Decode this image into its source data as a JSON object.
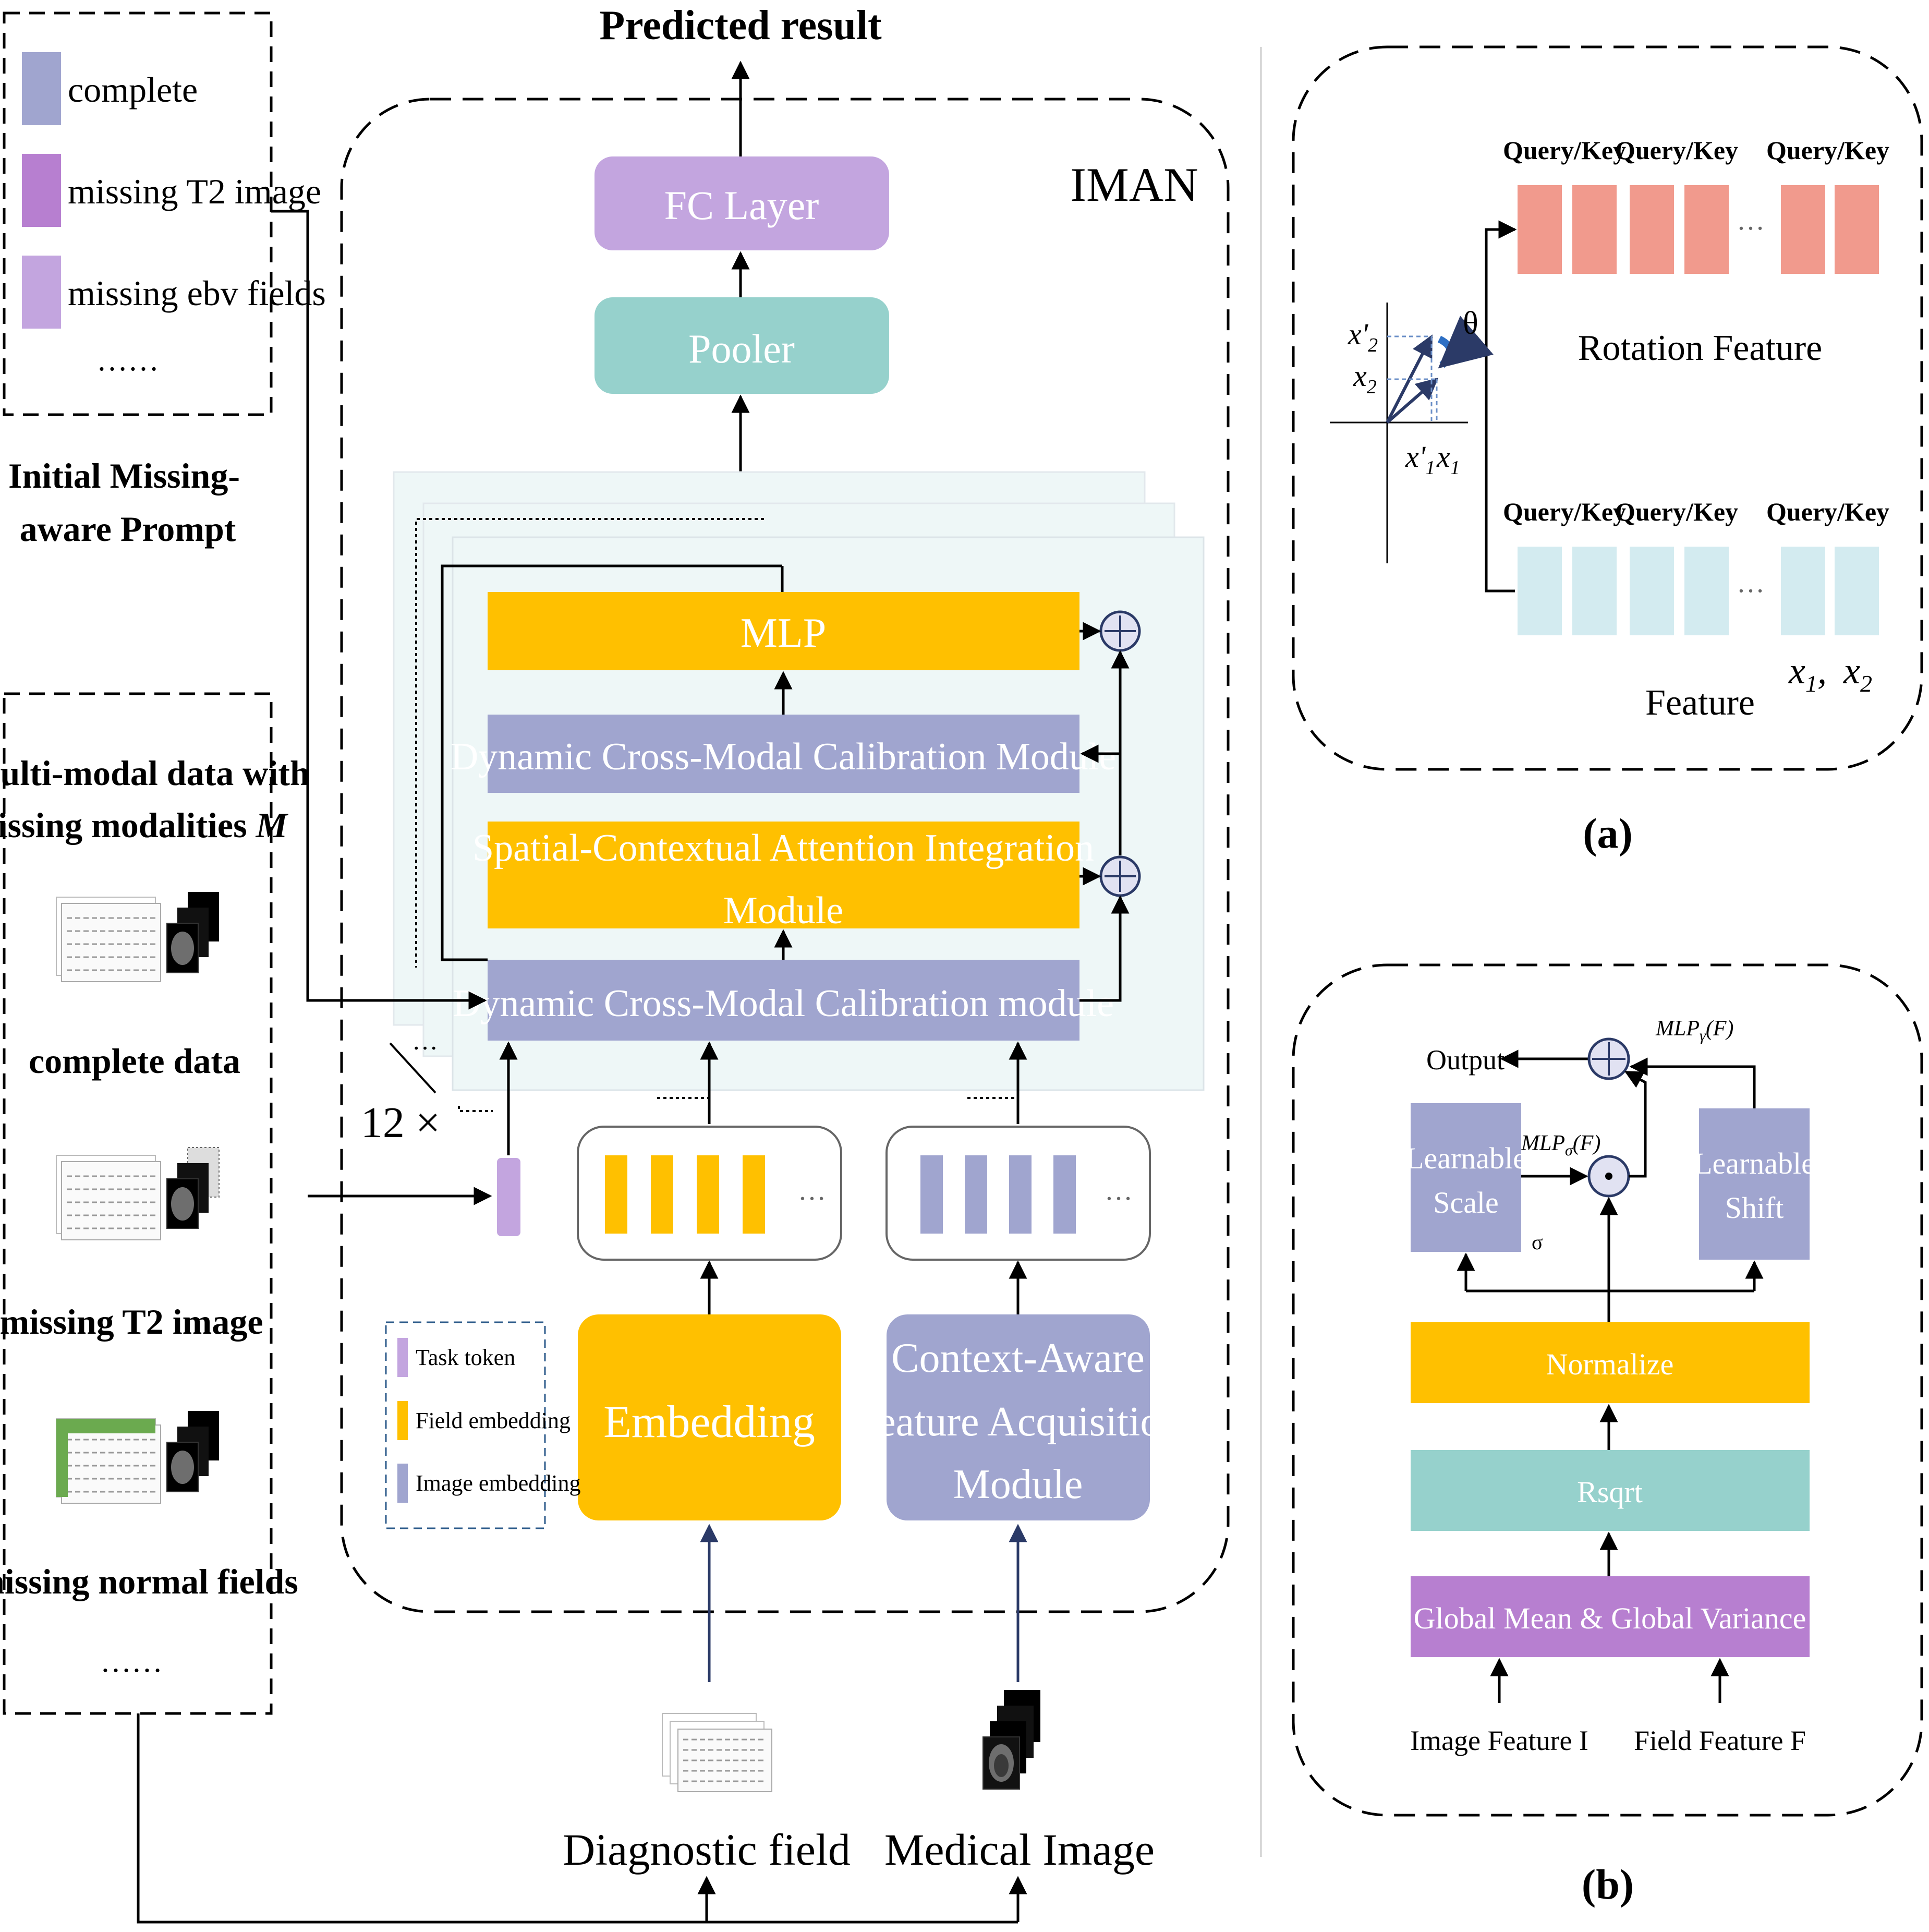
{
  "colors": {
    "orange": "#FFC000",
    "slate": "#A0A5CF",
    "teal": "#96D1CC",
    "lilac": "#C3A5DF",
    "purple": "#B77FD0",
    "salmon": "#F19A8D",
    "skyblue": "#D3EBF0",
    "panel": "#EEF7F7",
    "white_text": "#FFFFFF"
  },
  "top": {
    "predicted_result": "Predicted result",
    "iman_label": "IMAN",
    "fc_layer": "FC Layer",
    "pooler": "Pooler"
  },
  "stack": {
    "mlp": "MLP",
    "dcmc_top": "Dynamic Cross-Modal Calibration Module",
    "scai_line1": "Spatial-Contextual Attention Integration",
    "scai_line2": "Module",
    "dcmc_bottom": "Dynamic Cross-Modal Calibration module",
    "repeat": "12 ×",
    "ellipsis": "…"
  },
  "legend_prompt": {
    "items": [
      "complete",
      "missing T2 image",
      "missing ebv fields"
    ],
    "more": "……",
    "caption_line1": "Initial Missing-",
    "caption_line2": "aware Prompt"
  },
  "multimodal": {
    "title_line1": "Multi-modal data with",
    "title_line2": "missing modalities",
    "title_symbol": "M",
    "labels": [
      "complete data",
      "missing T2 image",
      "missing normal fields"
    ],
    "more": "……"
  },
  "token_legend": {
    "items": [
      "Task token",
      "Field embedding",
      "Image embedding"
    ]
  },
  "modules": {
    "embedding": "Embedding",
    "cafa_line1": "Context-Aware",
    "cafa_line2": "Feature Acquisition",
    "cafa_line3": "Module"
  },
  "inputs": {
    "field": "Diagnostic field",
    "image": "Medical Image"
  },
  "panel_a": {
    "qk": [
      "Query/Key",
      "Query/Key",
      "Query/Key"
    ],
    "rotation_feature": "Rotation Feature",
    "feature": "Feature",
    "theta": "θ",
    "x1": "x",
    "x1_sub": "1",
    "x2": "x",
    "x2_sub": "2",
    "x1p": "x'",
    "x2p": "x'",
    "comma": ",",
    "caption": "(a)"
  },
  "panel_b": {
    "output": "Output",
    "mlp_gamma": "MLP",
    "mlp_gamma_sub": "γ",
    "mlp_sigma": "MLP",
    "mlp_sigma_sub": "σ",
    "arg": "(F)",
    "scale_line1": "Learnable",
    "scale_line2": "Scale",
    "shift_line1": "Learnable",
    "shift_line2": "Shift",
    "sigma": "σ",
    "normalize": "Normalize",
    "rsqrt": "Rsqrt",
    "global": "Global Mean & Global Variance",
    "image_feature": "Image Feature I",
    "field_feature": "Field Feature F",
    "caption": "(b)"
  }
}
